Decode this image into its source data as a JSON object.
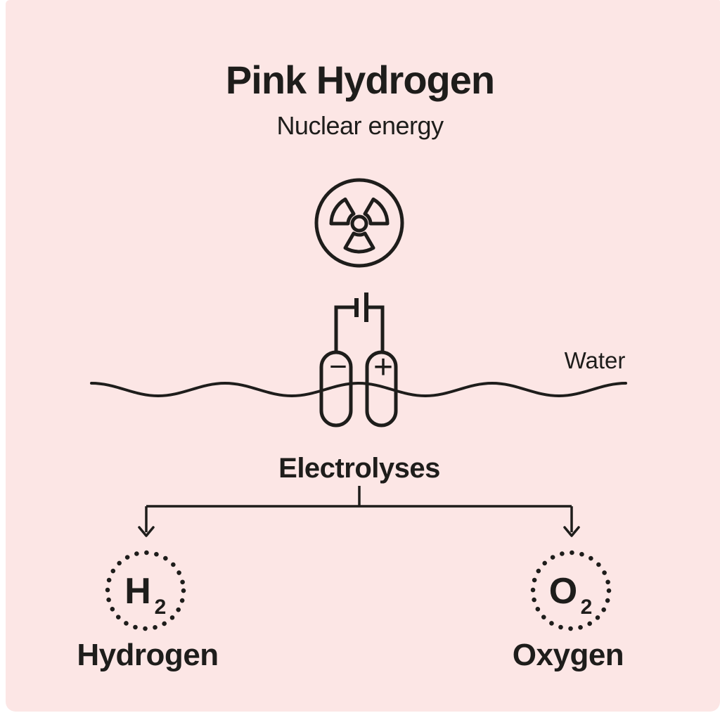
{
  "colors": {
    "background": "#fce6e5",
    "ink": "#1e1d1b",
    "frame": "#ffffff"
  },
  "header": {
    "title": "Pink Hydrogen",
    "subtitle": "Nuclear energy"
  },
  "diagram": {
    "energy_icon": "radiation-icon",
    "water_label": "Water",
    "electrodes": {
      "negative": "−",
      "positive": "+"
    },
    "process_label": "Electrolyses",
    "outputs": [
      {
        "formula": "H",
        "subscript": "2",
        "label": "Hydrogen"
      },
      {
        "formula": "O",
        "subscript": "2",
        "label": "Oxygen"
      }
    ]
  }
}
